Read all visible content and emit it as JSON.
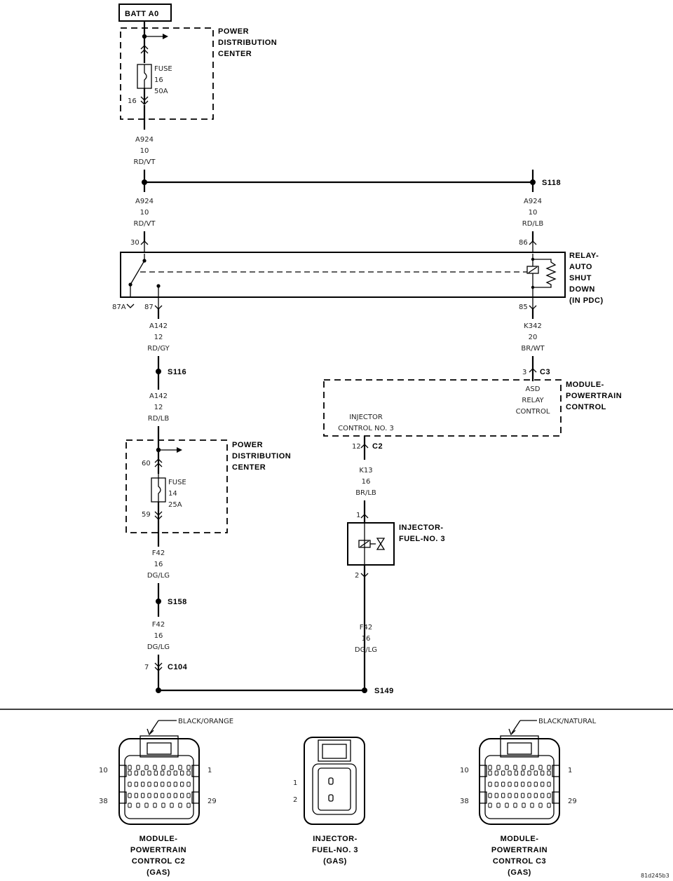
{
  "batt": "BATT A0",
  "pdc_top": {
    "line1": "POWER",
    "line2": "DISTRIBUTION",
    "line3": "CENTER",
    "fuse": "FUSE",
    "fuse_no": "16",
    "fuse_amp": "50A",
    "pin": "16"
  },
  "w_a924_1": {
    "circuit": "A924",
    "gauge": "10",
    "color": "RD/VT"
  },
  "splice_s118": "S118",
  "w_a924_2": {
    "circuit": "A924",
    "gauge": "10",
    "color": "RD/VT"
  },
  "w_a924_3": {
    "circuit": "A924",
    "gauge": "10",
    "color": "RD/LB"
  },
  "relay": {
    "line1": "RELAY-",
    "line2": "AUTO",
    "line3": "SHUT",
    "line4": "DOWN",
    "line5": "(IN PDC)",
    "pin30": "30",
    "pin86": "86",
    "pin87a": "87A",
    "pin87": "87",
    "pin85": "85"
  },
  "w_a142_1": {
    "circuit": "A142",
    "gauge": "12",
    "color": "RD/GY"
  },
  "w_k342": {
    "circuit": "K342",
    "gauge": "20",
    "color": "BR/WT"
  },
  "splice_s116": "S116",
  "conn_c3": {
    "pin": "3",
    "name": "C3"
  },
  "pcm": {
    "line1": "MODULE-",
    "line2": "POWERTRAIN",
    "line3": "CONTROL",
    "asd1": "ASD",
    "asd2": "RELAY",
    "asd3": "CONTROL",
    "inj1": "INJECTOR",
    "inj2": "CONTROL NO. 3"
  },
  "w_a142_2": {
    "circuit": "A142",
    "gauge": "12",
    "color": "RD/LB"
  },
  "pdc_mid": {
    "line1": "POWER",
    "line2": "DISTRIBUTION",
    "line3": "CENTER",
    "fuse": "FUSE",
    "fuse_no": "14",
    "fuse_amp": "25A",
    "pin_top": "60",
    "pin_bot": "59"
  },
  "conn_c2": {
    "pin": "12",
    "name": "C2"
  },
  "w_k13": {
    "circuit": "K13",
    "gauge": "16",
    "color": "BR/LB"
  },
  "injector": {
    "line1": "INJECTOR-",
    "line2": "FUEL-NO. 3",
    "pin1": "1",
    "pin2": "2"
  },
  "w_f42_1": {
    "circuit": "F42",
    "gauge": "16",
    "color": "DG/LG"
  },
  "splice_s158": "S158",
  "w_f42_2": {
    "circuit": "F42",
    "gauge": "16",
    "color": "DG/LG"
  },
  "w_f42_3": {
    "circuit": "F42",
    "gauge": "16",
    "color": "DG/LG"
  },
  "conn_c104": {
    "pin": "7",
    "name": "C104"
  },
  "splice_s149": "S149",
  "conn_views": [
    {
      "color": "BLACK/ORANGE",
      "pin_tl": "10",
      "pin_tr": "1",
      "pin_bl": "38",
      "pin_br": "29",
      "line1": "MODULE-",
      "line2": "POWERTRAIN",
      "line3": "CONTROL C2",
      "line4": "(GAS)"
    },
    {
      "pin1": "1",
      "pin2": "2",
      "line1": "INJECTOR-",
      "line2": "FUEL-NO. 3",
      "line3": "(GAS)"
    },
    {
      "color": "BLACK/NATURAL",
      "pin_tl": "10",
      "pin_tr": "1",
      "pin_bl": "38",
      "pin_br": "29",
      "line1": "MODULE-",
      "line2": "POWERTRAIN",
      "line3": "CONTROL C3",
      "line4": "(GAS)"
    }
  ],
  "figure_id": "81d245b3"
}
